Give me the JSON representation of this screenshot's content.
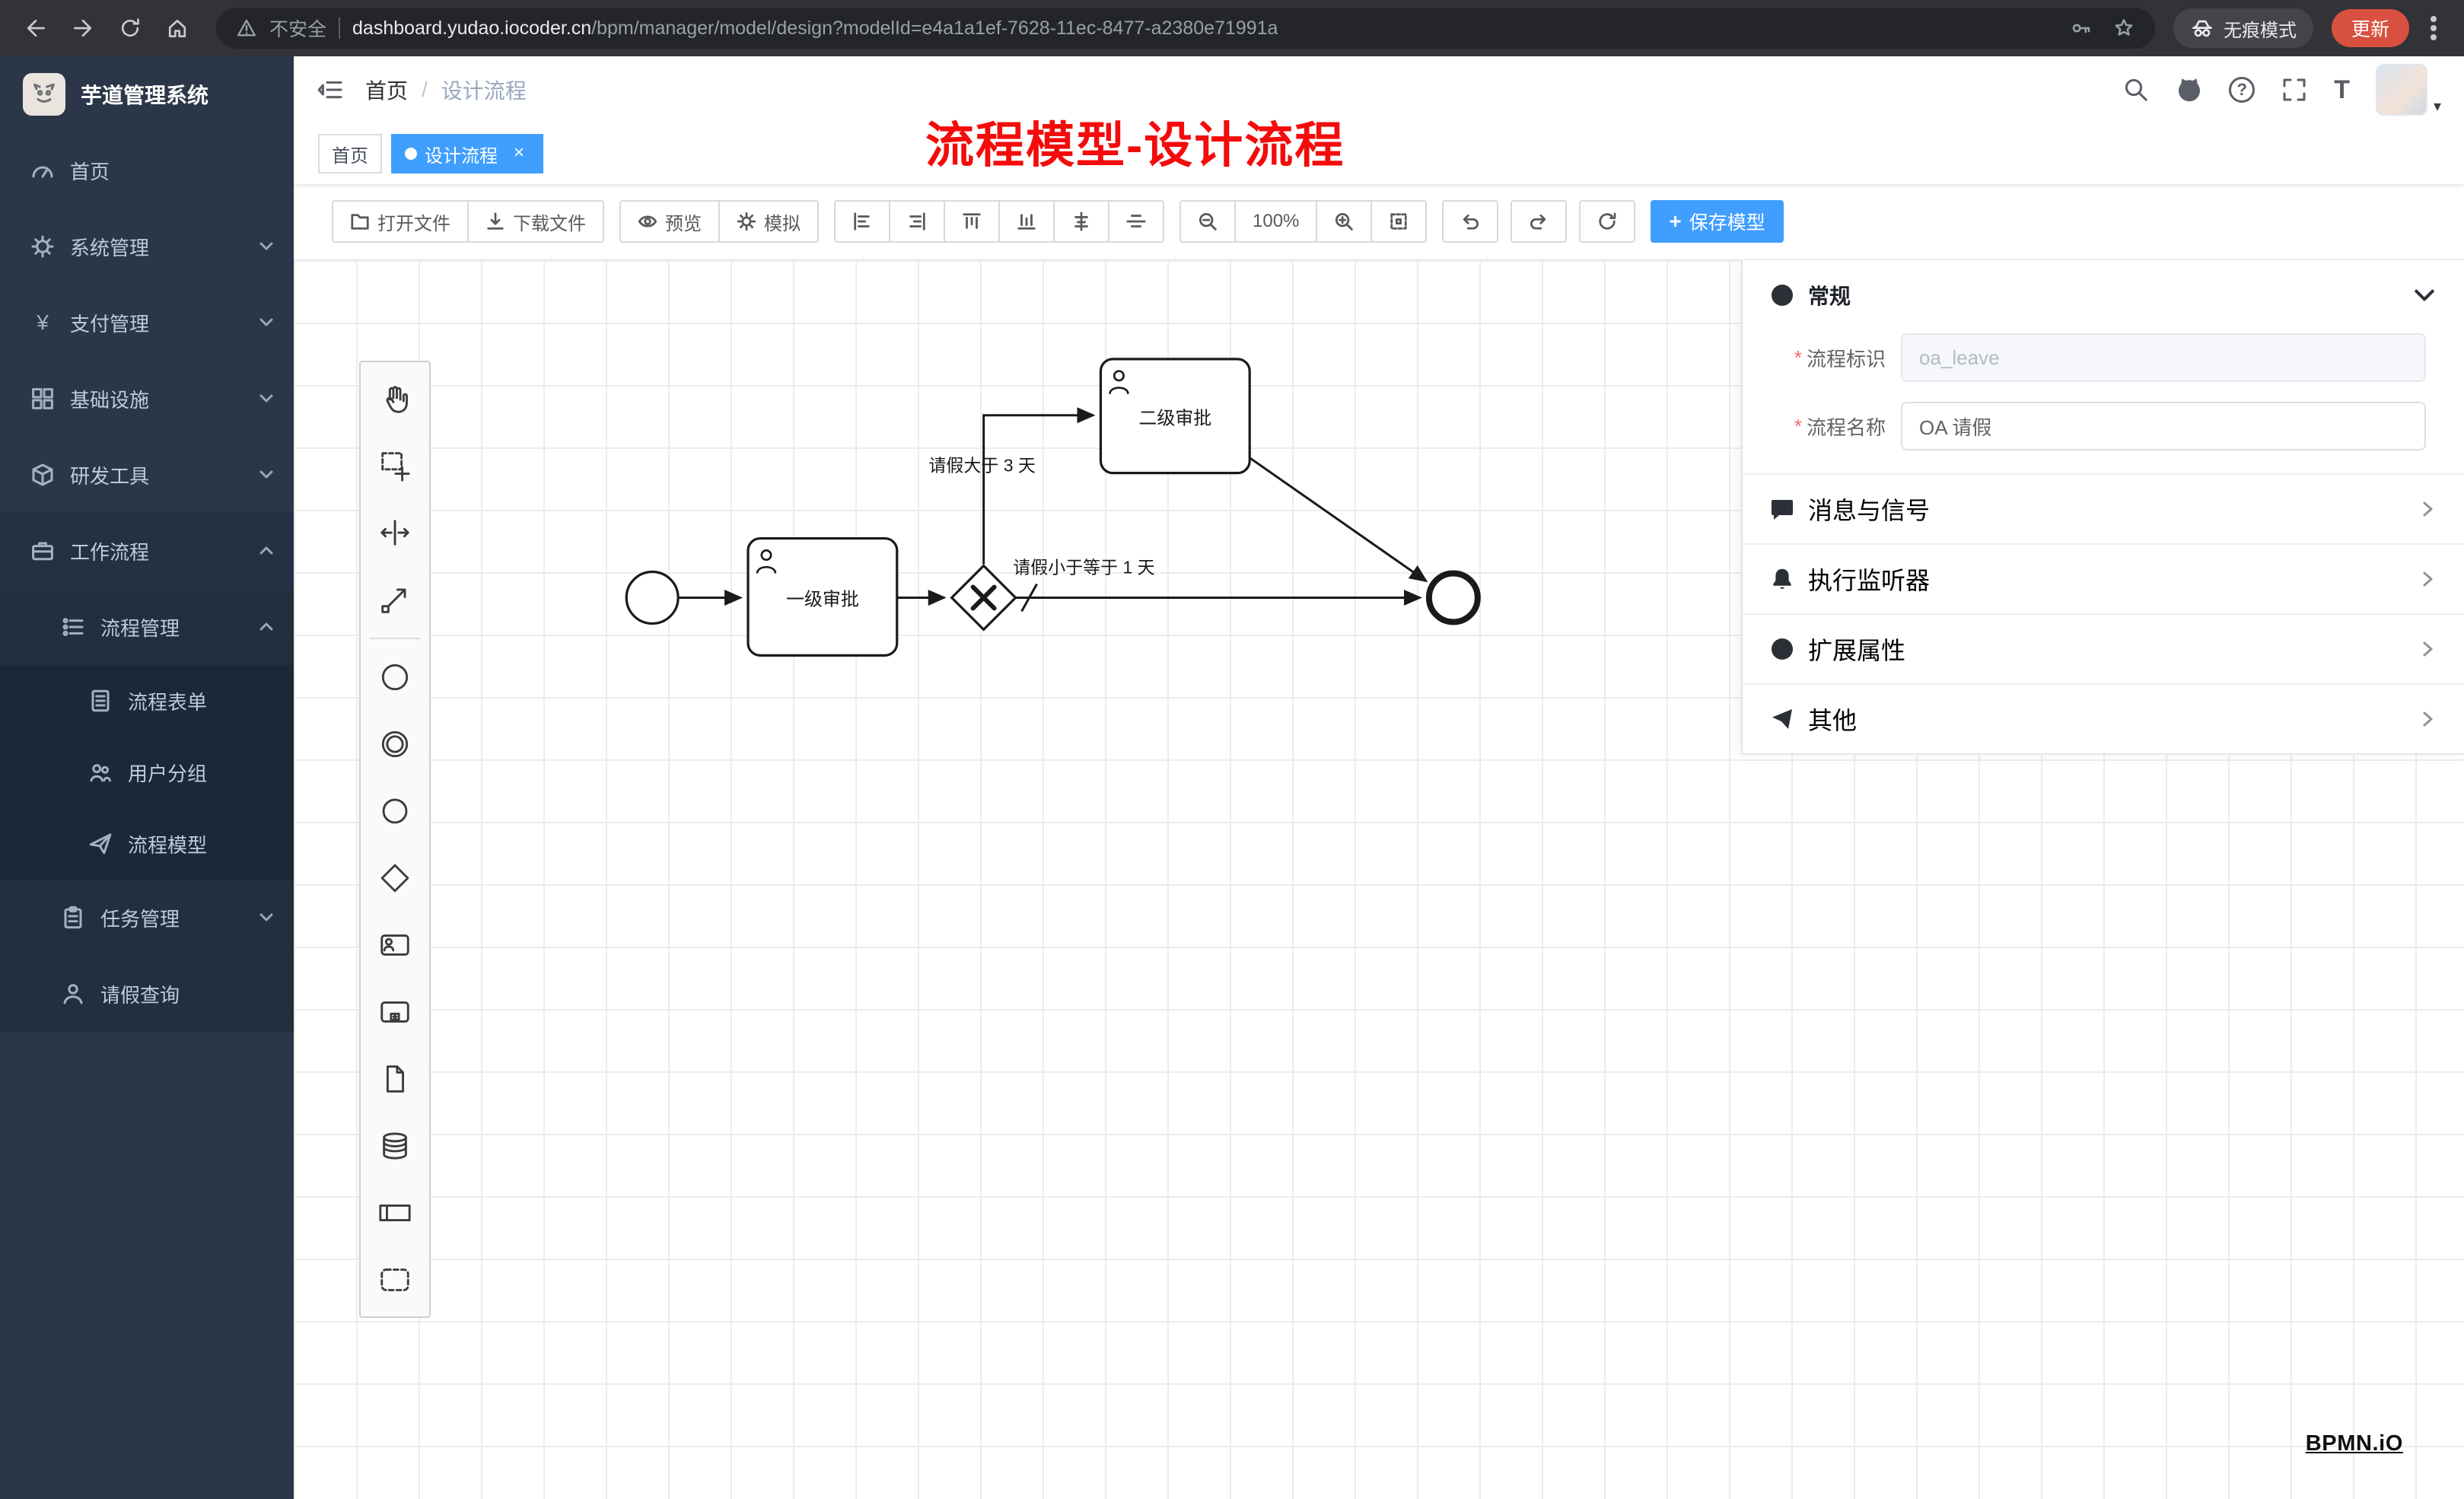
{
  "colors": {
    "accent": "#409eff",
    "annotation_red": "#f40b0b",
    "update_button": "#d8503f",
    "sidebar_bg": "#2b3648"
  },
  "browser": {
    "security_label": "不安全",
    "url_host": "dashboard.yudao.iocoder.cn",
    "url_path": "/bpm/manager/model/design?modelId=e4a1a1ef-7628-11ec-8477-a2380e71991a",
    "incognito_label": "无痕模式",
    "update_label": "更新"
  },
  "sidebar": {
    "title": "芋道管理系统",
    "items": {
      "home": "首页",
      "system": "系统管理",
      "payment": "支付管理",
      "infra": "基础设施",
      "devtools": "研发工具",
      "workflow": "工作流程",
      "process_mgmt": "流程管理",
      "process_form": "流程表单",
      "user_group": "用户分组",
      "process_model": "流程模型",
      "task_mgmt": "任务管理",
      "leave_query": "请假查询"
    }
  },
  "navbar": {
    "breadcrumb_home": "首页",
    "breadcrumb_sep": "/",
    "breadcrumb_current": "设计流程"
  },
  "tags": {
    "home": "首页",
    "active": "设计流程"
  },
  "annotation": "流程模型-设计流程",
  "toolbar": {
    "open_file": "打开文件",
    "download_file": "下载文件",
    "preview": "预览",
    "simulate": "模拟",
    "zoom_level": "100%",
    "save_model": "保存模型"
  },
  "diagram": {
    "task1": "一级审批",
    "task2": "二级审批",
    "edge_gt": "请假大于 3 天",
    "edge_le": "请假小于等于 1 天"
  },
  "panel": {
    "general": "常规",
    "process_key_label": "流程标识",
    "process_key_value": "oa_leave",
    "process_name_label": "流程名称",
    "process_name_value": "OA 请假",
    "sections": {
      "message_signal": "消息与信号",
      "execution_listener": "执行监听器",
      "extension_attrs": "扩展属性",
      "other": "其他"
    }
  },
  "watermark": "BPMN.iO",
  "icons": {
    "close": "×",
    "plus": "+",
    "yen": "¥",
    "caret": "▾",
    "required": "*",
    "help": "?",
    "font_size": "T"
  }
}
